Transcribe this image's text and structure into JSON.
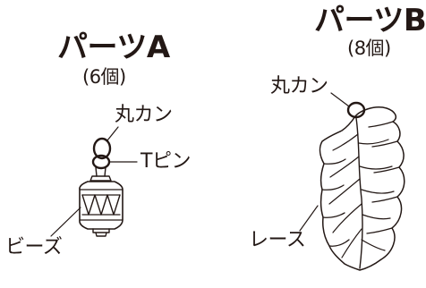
{
  "colors": {
    "ink": "#231815",
    "background": "#ffffff"
  },
  "part_a": {
    "title": "パーツA",
    "count": "(6個)",
    "labels": {
      "jump_ring": "丸カン",
      "t_pin": "Tピン",
      "bead": "ビーズ"
    }
  },
  "part_b": {
    "title": "パーツB",
    "count": "(8個)",
    "labels": {
      "jump_ring": "丸カン",
      "lace": "レース"
    }
  }
}
